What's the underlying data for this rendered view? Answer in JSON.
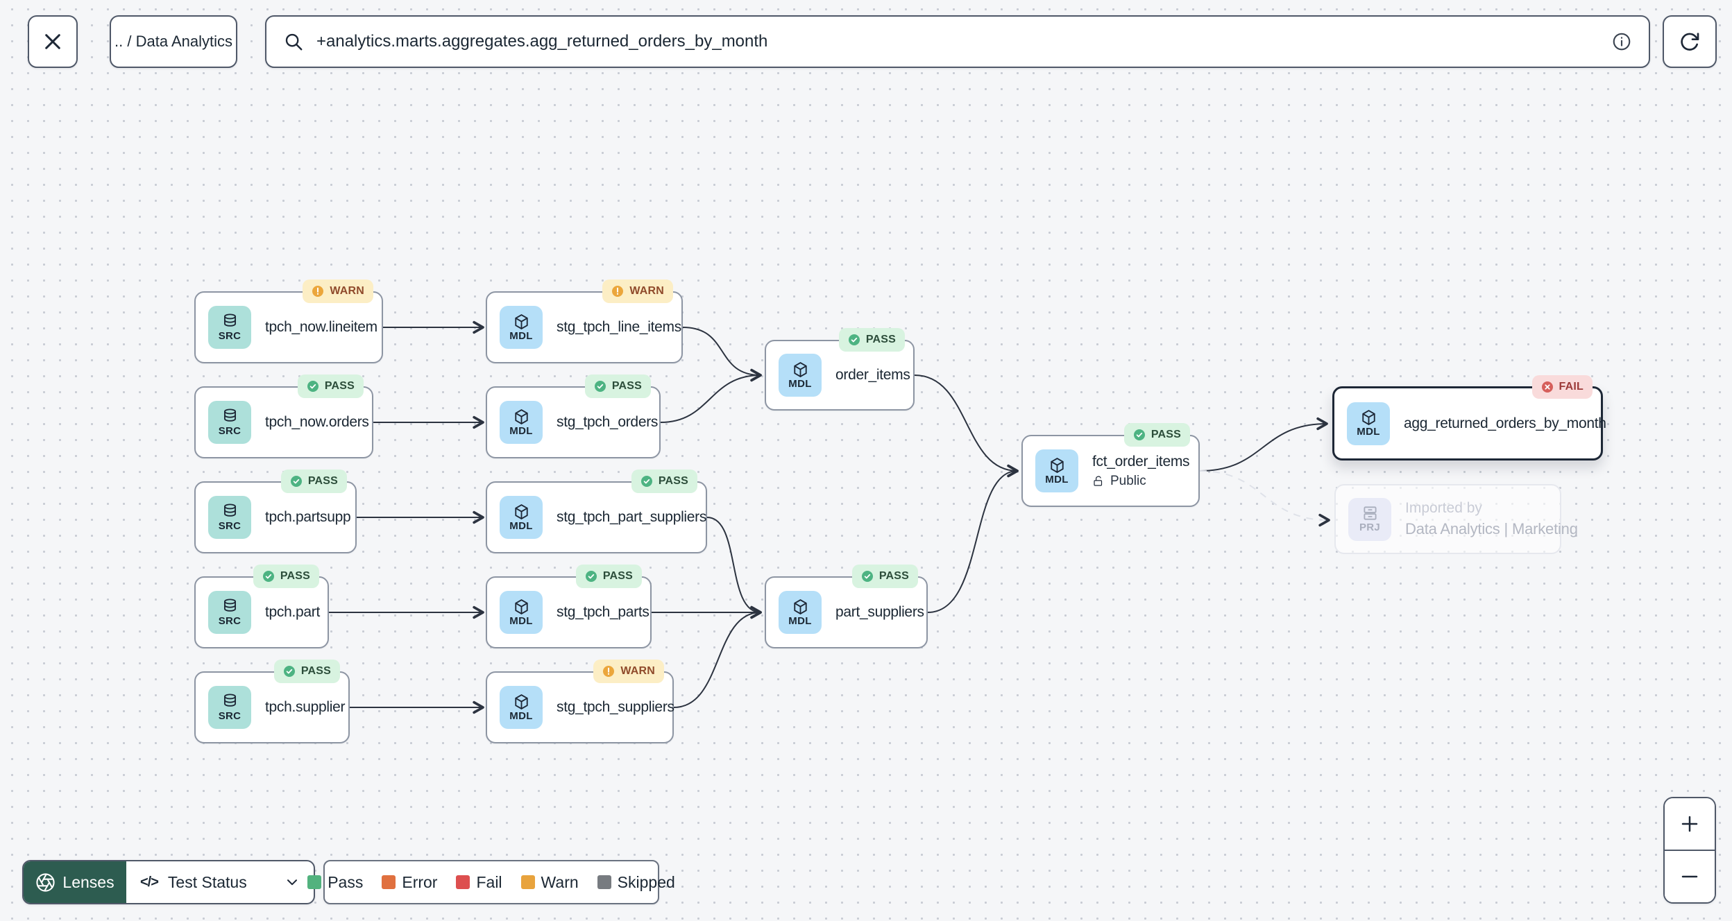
{
  "toolbar": {
    "breadcrumb": ".. / Data Analytics",
    "search_value": "+analytics.marts.aggregates.agg_returned_orders_by_month"
  },
  "graph": {
    "nodes": [
      {
        "label": "tpch_now.lineitem",
        "type_code": "SRC",
        "status": "WARN"
      },
      {
        "label": "stg_tpch_line_items",
        "type_code": "MDL",
        "status": "WARN"
      },
      {
        "label": "tpch_now.orders",
        "type_code": "SRC",
        "status": "PASS"
      },
      {
        "label": "stg_tpch_orders",
        "type_code": "MDL",
        "status": "PASS"
      },
      {
        "label": "order_items",
        "type_code": "MDL",
        "status": "PASS"
      },
      {
        "label": "tpch.partsupp",
        "type_code": "SRC",
        "status": "PASS"
      },
      {
        "label": "stg_tpch_part_suppliers",
        "type_code": "MDL",
        "status": "PASS"
      },
      {
        "label": "fct_order_items",
        "type_code": "MDL",
        "status": "PASS",
        "access": "Public"
      },
      {
        "label": "agg_returned_orders_by_month",
        "type_code": "MDL",
        "status": "FAIL",
        "selected": true
      },
      {
        "label": "tpch.part",
        "type_code": "SRC",
        "status": "PASS"
      },
      {
        "label": "stg_tpch_parts",
        "type_code": "MDL",
        "status": "PASS"
      },
      {
        "label": "part_suppliers",
        "type_code": "MDL",
        "status": "PASS"
      },
      {
        "label": "tpch.supplier",
        "type_code": "SRC",
        "status": "PASS"
      },
      {
        "label": "stg_tpch_suppliers",
        "type_code": "MDL",
        "status": "WARN"
      },
      {
        "title": "Imported by",
        "label": "Data Analytics | Marketing",
        "type_code": "PRJ",
        "ghost": true
      }
    ],
    "edges": [
      {
        "from": "tpch_now.lineitem",
        "to": "stg_tpch_line_items",
        "style": "solid"
      },
      {
        "from": "tpch_now.orders",
        "to": "stg_tpch_orders",
        "style": "solid"
      },
      {
        "from": "tpch.partsupp",
        "to": "stg_tpch_part_suppliers",
        "style": "solid"
      },
      {
        "from": "tpch.part",
        "to": "stg_tpch_parts",
        "style": "solid"
      },
      {
        "from": "tpch.supplier",
        "to": "stg_tpch_suppliers",
        "style": "solid"
      },
      {
        "from": "stg_tpch_line_items",
        "to": "order_items",
        "style": "solid"
      },
      {
        "from": "stg_tpch_orders",
        "to": "order_items",
        "style": "solid"
      },
      {
        "from": "stg_tpch_part_suppliers",
        "to": "part_suppliers",
        "style": "solid"
      },
      {
        "from": "stg_tpch_parts",
        "to": "part_suppliers",
        "style": "solid"
      },
      {
        "from": "stg_tpch_suppliers",
        "to": "part_suppliers",
        "style": "solid"
      },
      {
        "from": "order_items",
        "to": "fct_order_items",
        "style": "solid"
      },
      {
        "from": "part_suppliers",
        "to": "fct_order_items",
        "style": "solid"
      },
      {
        "from": "fct_order_items",
        "to": "agg_returned_orders_by_month",
        "style": "solid"
      },
      {
        "from": "fct_order_items",
        "to": "Data Analytics | Marketing",
        "style": "dashed"
      }
    ],
    "status_colors": {
      "pass": "#4db382",
      "warn": "#eba63b",
      "fail": "#d65f5b"
    }
  },
  "footer": {
    "lenses_label": "Lenses",
    "code_glyph": "</>",
    "lens_name": "Test Status",
    "legend": [
      {
        "label": "Pass",
        "color": "#52b27e"
      },
      {
        "label": "Error",
        "color": "#e0703f"
      },
      {
        "label": "Fail",
        "color": "#dd4f4f"
      },
      {
        "label": "Warn",
        "color": "#e8a33d"
      },
      {
        "label": "Skipped",
        "color": "#777b80"
      }
    ]
  }
}
